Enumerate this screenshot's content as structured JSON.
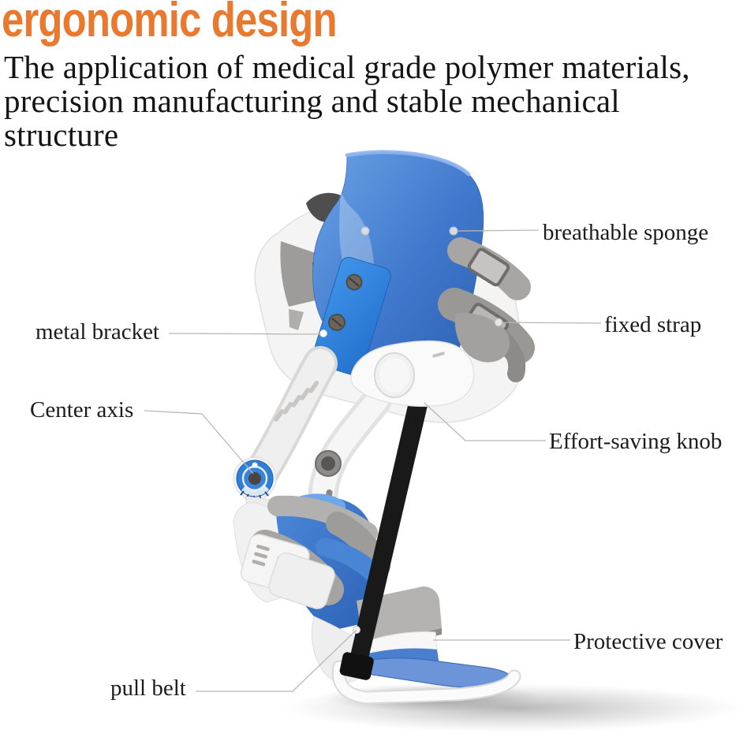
{
  "heading": {
    "text": "ergonomic design"
  },
  "description": {
    "line1": "The application of medical grade polymer materials,",
    "line2": "precision manufacturing and stable mechanical",
    "line3": "structure"
  },
  "part_labels": {
    "breathable_sponge": "breathable sponge",
    "fixed_strap": "fixed strap",
    "metal_bracket": "metal bracket",
    "center_axis": "Center axis",
    "effort_saving_knob": "Effort-saving knob",
    "protective_cover": "Protective cover",
    "pull_belt": "pull belt"
  },
  "illustration": {
    "subject": "knee-ankle-foot-orthosis-brace",
    "parts": [
      "breathable-sponge-cuff",
      "fixed-strap",
      "metal-bracket-plate",
      "center-axis-dial",
      "effort-saving-knob",
      "pull-belt",
      "protective-cover",
      "side-support-bars",
      "foot-plate",
      "sole-rail"
    ]
  },
  "colors": {
    "heading_orange": "#E8792F",
    "body_text": "#141414",
    "label_text": "#1C1C1C",
    "leader_line": "#B8B8B8",
    "cuff_blue": "#4A85D8",
    "cuff_blue_dark": "#2D5FB0",
    "accent_blue": "#2F87E2",
    "dial_blue": "#2E7FD8",
    "footplate_blue": "#6B95D8",
    "strap_gray": "#A5A3A1",
    "frame_white": "#F4F4F4",
    "belt_black": "#191919"
  }
}
